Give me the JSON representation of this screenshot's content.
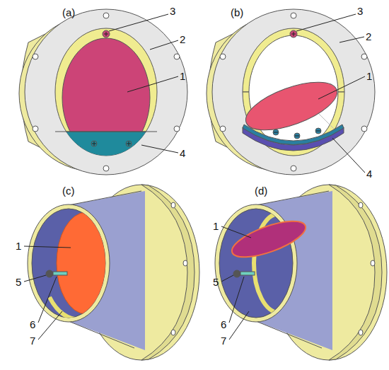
{
  "diagram": {
    "labels": [
      "(a)",
      "3",
      "2",
      "1",
      "4",
      "(b)",
      "3",
      "2",
      "1",
      "4",
      "(c)",
      "1",
      "5",
      "6",
      "7",
      "(d)",
      "1",
      "5",
      "6",
      "7"
    ]
  }
}
